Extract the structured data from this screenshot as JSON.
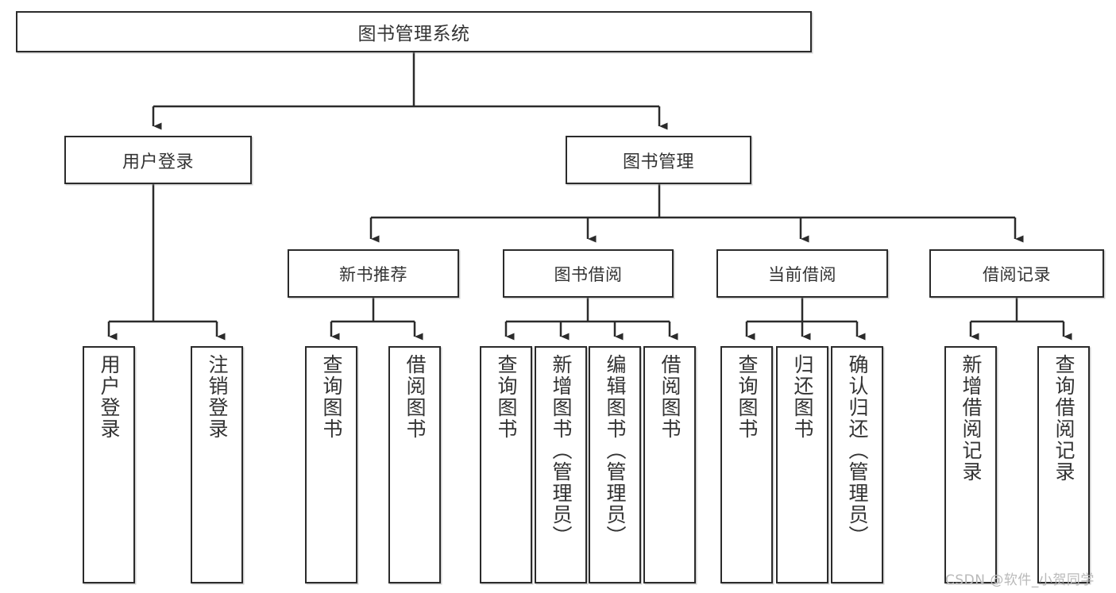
{
  "diagram": {
    "type": "tree-hierarchy",
    "title": "图书管理系统",
    "watermark": "CSDN @软件_小贺同学",
    "colors": {
      "box_border": "#2b2b2b",
      "box_fill": "#ffffff",
      "text": "#333333",
      "edge": "#2b2b2b",
      "watermark": "#b9b9b9",
      "page_background": "#ffffff"
    },
    "root": {
      "id": "root",
      "label": "图书管理系统"
    },
    "level1": [
      {
        "id": "user-login",
        "label": "用户登录"
      },
      {
        "id": "book-management",
        "label": "图书管理"
      }
    ],
    "level2": [
      {
        "id": "new-book-recommend",
        "label": "新书推荐",
        "parent": "book-management"
      },
      {
        "id": "book-borrow",
        "label": "图书借阅",
        "parent": "book-management"
      },
      {
        "id": "current-borrow",
        "label": "当前借阅",
        "parent": "book-management"
      },
      {
        "id": "borrow-record",
        "label": "借阅记录",
        "parent": "book-management"
      }
    ],
    "leaves": {
      "user-login": [
        {
          "id": "leaf-user-login",
          "label": "用户登录"
        },
        {
          "id": "leaf-logout-login",
          "label": "注销登录"
        }
      ],
      "new-book-recommend": [
        {
          "id": "leaf-query-book-1",
          "label": "查询图书"
        },
        {
          "id": "leaf-borrow-book-1",
          "label": "借阅图书"
        }
      ],
      "book-borrow": [
        {
          "id": "leaf-query-book-2",
          "label": "查询图书"
        },
        {
          "id": "leaf-add-book",
          "label": "新增图书（管理员）"
        },
        {
          "id": "leaf-edit-book",
          "label": "编辑图书（管理员）"
        },
        {
          "id": "leaf-borrow-book-2",
          "label": "借阅图书"
        }
      ],
      "current-borrow": [
        {
          "id": "leaf-query-book-3",
          "label": "查询图书"
        },
        {
          "id": "leaf-return-book",
          "label": "归还图书"
        },
        {
          "id": "leaf-confirm-return",
          "label": "确认归还（管理员）"
        }
      ],
      "borrow-record": [
        {
          "id": "leaf-add-record",
          "label": "新增借阅记录"
        },
        {
          "id": "leaf-query-record",
          "label": "查询借阅记录"
        }
      ]
    }
  }
}
